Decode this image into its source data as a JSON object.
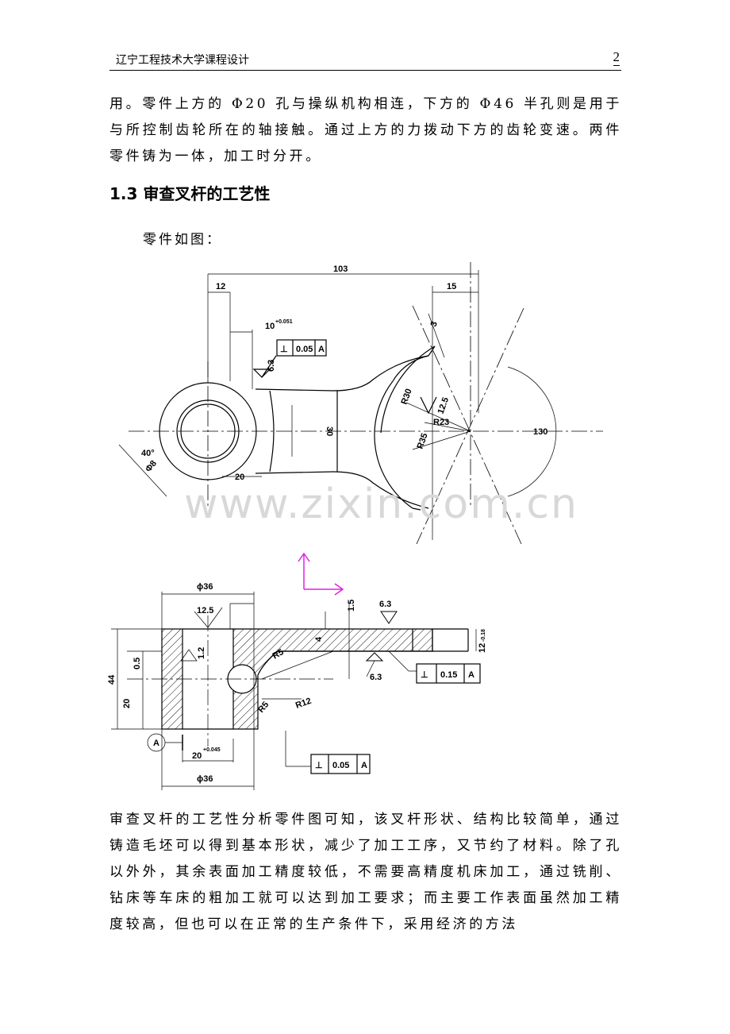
{
  "header": {
    "title": "辽宁工程技术大学课程设计",
    "page_number": "2"
  },
  "intro_paragraph": "用。零件上方的 Φ20 孔与操纵机构相连，下方的 Φ46 半孔则是用于与所控制齿轮所在的轴接触。通过上方的力拨动下方的齿轮变速。两件零件铸为一体，加工时分开。",
  "section_heading": "1.3 审查叉杆的工艺性",
  "figure_caption": "零件如图：",
  "watermark": "www.zixin.com.cn",
  "drawing_top": {
    "dims": {
      "len_103": "103",
      "len_12": "12",
      "len_15": "15",
      "tol_10": "10",
      "tol_10_sup": "+0.051",
      "angle_130": "130",
      "width_30": "30",
      "len_20": "20",
      "angle_40": "40°",
      "dia_8": "Φ8",
      "r30": "R30",
      "r23": "R23",
      "r35": "R35",
      "chamfer_3": "3",
      "rough_6_3": "6.3",
      "rough_12_5": "12.5"
    },
    "frame1": {
      "sym": "⊥",
      "tol": "0.05",
      "datum": "A"
    }
  },
  "drawing_bottom": {
    "dims": {
      "dia36_top": "ϕ36",
      "dia36_bottom": "ϕ36",
      "rough_12_5": "12.5",
      "rough_1_2": "1.2",
      "rough_6_3_top": "6.3",
      "rough_6_3_bottom": "6.3",
      "len_0_5": "0.5",
      "len_44": "44",
      "len_20": "20",
      "len_1_5": "1.5",
      "hole_20": "20",
      "hole_20_sup": "+0.045",
      "r5_top": "R5",
      "r5_bottom": "R5",
      "r12": "R12",
      "len_12_right": "12",
      "len_12_sup": "-0.18",
      "datum": "A",
      "small_4": "4"
    },
    "frame2": {
      "sym": "⊥",
      "tol": "0.15",
      "datum": "A"
    },
    "frame3": {
      "sym": "⊥",
      "tol": "0.05",
      "datum": "A"
    }
  },
  "body_paragraph": "审查叉杆的工艺性分析零件图可知，该叉杆形状、结构比较简单，通过铸造毛坯可以得到基本形状，减少了加工工序，又节约了材料。除了孔以外外，其余表面加工精度较低，不需要高精度机床加工，通过铣削、钻床等车床的粗加工就可以达到加工要求；而主要工作表面虽然加工精度较高，但也可以在正常的生产条件下，采用经济的方法"
}
